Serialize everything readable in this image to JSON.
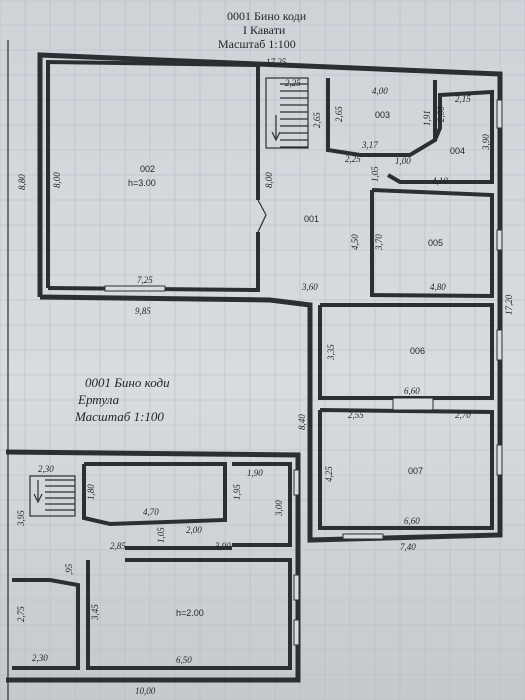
{
  "ground_floor": {
    "title_line1": "0001   Бино коди",
    "title_floor": "I   Кавати",
    "scale": "Масштаб 1:100",
    "dims": {
      "top": "17,25",
      "left": "8,80",
      "right": "17,20",
      "r002_left": "8,00",
      "r002_right": "8,00",
      "r002_bottom": "7,25",
      "outer_bottom_left": "9,85",
      "stair_w": "2,25",
      "stair_h": "2,65",
      "r003_top": "4,00",
      "r003_left": "2,65",
      "r003_right": "1,91",
      "r003_bottom": "3,17",
      "r003_a": "2,25",
      "r003_b": "1,00",
      "r004_top": "2,15",
      "r004_left": "2,00",
      "r004_right": "3,90",
      "r004_bottom": "4,10",
      "door": "1,05",
      "r005_left": "4,50",
      "r005_inner": "3,70",
      "r005_bottom": "4,80",
      "corr": "3,60",
      "r006_left": "3,35",
      "r006_bottom": "6,60",
      "r007_outer": "8,40",
      "r007_a": "2,55",
      "r007_b": "2,70",
      "r007_left": "4,25",
      "r007_bottom": "6,60",
      "bottom": "7,40"
    },
    "rooms": {
      "r002": "002",
      "r002_h": "h=3.00",
      "r001": "001",
      "r003": "003",
      "r004": "004",
      "r005": "005",
      "r006": "006",
      "r007": "007"
    }
  },
  "basement": {
    "title_line1": "0001   Бино коди",
    "title_floor": "Ертула",
    "scale": "Масштаб 1:100",
    "dims": {
      "stair_w": "2,30",
      "left": "3,95",
      "r_top_left": "1,80",
      "r_top_bottom": "4,70",
      "r_top_right": "1,95",
      "r_top_right_w": "1,90",
      "right": "3,00",
      "a": "2,00",
      "b": "1,05",
      "c": "2,85",
      "d": "3,90",
      "e": ",95",
      "f": "2,75",
      "g": "2,30",
      "h": "3,45",
      "room_bottom": "6,50",
      "bottom": "10,00"
    },
    "rooms": {
      "main_h": "h=2.00"
    }
  }
}
